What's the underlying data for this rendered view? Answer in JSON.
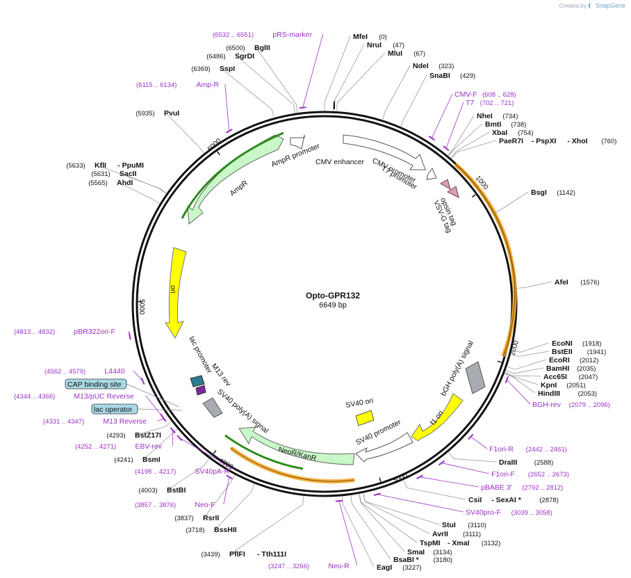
{
  "brand": {
    "created_by": "Created by",
    "name": "SnapGene"
  },
  "plasmid": {
    "name": "Opto-GPR132",
    "length": "6649 bp",
    "length_bp": 6649
  },
  "ticks": [
    "1000",
    "2000",
    "3000",
    "4000",
    "5000",
    "6000"
  ],
  "enzymes": [
    {
      "name": "MfeI",
      "pos": "(0)"
    },
    {
      "name": "NruI",
      "pos": "(47)"
    },
    {
      "name": "MluI",
      "pos": "(67)"
    },
    {
      "name": "NdeI",
      "pos": "(323)"
    },
    {
      "name": "SnaBI",
      "pos": "(429)"
    },
    {
      "name": "NheI",
      "pos": "(734)"
    },
    {
      "name": "BmtI",
      "pos": "(738)"
    },
    {
      "name": "XbaI",
      "pos": "(754)"
    },
    {
      "name": "PaeR7I",
      "extra": [
        "PspXI",
        "XhoI"
      ],
      "pos": "(760)"
    },
    {
      "name": "BsgI",
      "pos": "(1142)"
    },
    {
      "name": "AfeI",
      "pos": "(1576)"
    },
    {
      "name": "EcoNI",
      "pos": "(1918)"
    },
    {
      "name": "BstEII",
      "pos": "(1941)"
    },
    {
      "name": "EcoRI",
      "pos": "(2012)"
    },
    {
      "name": "BamHI",
      "pos": "(2035)"
    },
    {
      "name": "Acc65I",
      "pos": "(2047)"
    },
    {
      "name": "KpnI",
      "pos": "(2051)"
    },
    {
      "name": "HindIII",
      "pos": "(2053)"
    },
    {
      "name": "DraIII",
      "pos": "(2588)"
    },
    {
      "name": "CsiI",
      "extra": [
        "SexAI *"
      ],
      "pos": "(2878)"
    },
    {
      "name": "StuI",
      "pos": "(3110)"
    },
    {
      "name": "AvrII",
      "pos": "(3111)"
    },
    {
      "name": "TspMI",
      "extra": [
        "XmaI"
      ],
      "pos": "(3132)"
    },
    {
      "name": "SmaI",
      "pos": "(3134)"
    },
    {
      "name": "BsaBI *",
      "pos": "(3180)"
    },
    {
      "name": "EagI",
      "pos": "(3227)"
    },
    {
      "name": "PflFI",
      "extra": [
        "Tth111I"
      ],
      "pos": "(3439)"
    },
    {
      "name": "BssHII",
      "pos": "(3718)"
    },
    {
      "name": "RsrII",
      "pos": "(3837)"
    },
    {
      "name": "BstBI",
      "pos": "(4003)"
    },
    {
      "name": "BsmI",
      "pos": "(4241)"
    },
    {
      "name": "BstZ17I",
      "pos": "(4293)"
    },
    {
      "name": "AhdI",
      "pos": "(5565)"
    },
    {
      "name": "SacII",
      "pos": "(5631)"
    },
    {
      "name": "KflI",
      "extra": [
        "PpuMI"
      ],
      "pos": "(5633)"
    },
    {
      "name": "PvuI",
      "pos": "(5935)"
    },
    {
      "name": "SspI",
      "pos": "(6369)"
    },
    {
      "name": "SgrDI",
      "pos": "(6486)"
    },
    {
      "name": "BglII",
      "pos": "(6500)"
    }
  ],
  "primers": [
    {
      "name": "pRS-marker",
      "pos": "(6532 .. 6551)"
    },
    {
      "name": "Amp-R",
      "pos": "(6115 .. 6134)"
    },
    {
      "name": "CMV-F",
      "pos": "(608 .. 628)"
    },
    {
      "name": "T7",
      "pos": "(702 .. 721)"
    },
    {
      "name": "BGH-rev",
      "pos": "(2079 .. 2096)"
    },
    {
      "name": "F1ori-R",
      "pos": "(2442 .. 2461)"
    },
    {
      "name": "F1ori-F",
      "pos": "(2652 .. 2673)"
    },
    {
      "name": "pBABE 3'",
      "pos": "(2792 .. 2812)"
    },
    {
      "name": "SV40pro-F",
      "pos": "(3039 .. 3058)"
    },
    {
      "name": "Neo-R",
      "pos": "(3247 .. 3266)"
    },
    {
      "name": "Neo-F",
      "pos": "(3857 .. 3876)"
    },
    {
      "name": "SV40pA-R",
      "pos": "(4198 .. 4217)"
    },
    {
      "name": "EBV-rev",
      "pos": "(4252 .. 4271)"
    },
    {
      "name": "M13 Reverse",
      "pos": "(4331 .. 4347)"
    },
    {
      "name": "M13/pUC Reverse",
      "pos": "(4344 .. 4366)"
    },
    {
      "name": "L4440",
      "pos": "(4562 .. 4579)"
    },
    {
      "name": "pBR322ori-F",
      "pos": "(4813 .. 4832)"
    }
  ],
  "features": [
    "CMV enhancer",
    "CMV promoter",
    "T7 promoter",
    "opsin tag",
    "VSV-G tag",
    "bGH poly(A) signal",
    "f1 ori",
    "SV40 promoter",
    "SV40 ori",
    "NeoR/KanR",
    "SV40 poly(A) signal",
    "lac promoter",
    "M13 rev",
    "ori",
    "AmpR",
    "AmpR promoter"
  ],
  "boxed_features": [
    "CAP binding site",
    "lac operator"
  ],
  "colors": {
    "primer": "#9b30c6",
    "backbone": "#111111",
    "amp_fill": "#c8f7c8",
    "orf_band": "#ffb94d",
    "ori_fill": "#ffff00",
    "box_fill": "#a9d9e6",
    "polyA_fill": "#a8abaf",
    "tag_fill": "#d8a0b4",
    "green_band": "#2e8b1e"
  }
}
